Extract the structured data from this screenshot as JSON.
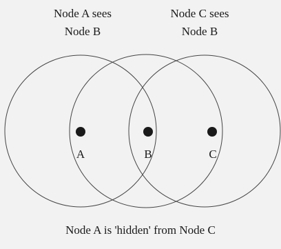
{
  "captions": {
    "a_sees_line1": "Node A sees",
    "a_sees_line2": "Node B",
    "c_sees_line1": "Node C sees",
    "c_sees_line2": "Node B"
  },
  "nodes": [
    {
      "id": "a",
      "label": "A"
    },
    {
      "id": "b",
      "label": "B"
    },
    {
      "id": "c",
      "label": "C"
    }
  ],
  "footer": "Node A is 'hidden' from Node C",
  "colors": {
    "background": "#f2f2f2",
    "ink": "#1a1a1a",
    "circle": "#444444"
  }
}
